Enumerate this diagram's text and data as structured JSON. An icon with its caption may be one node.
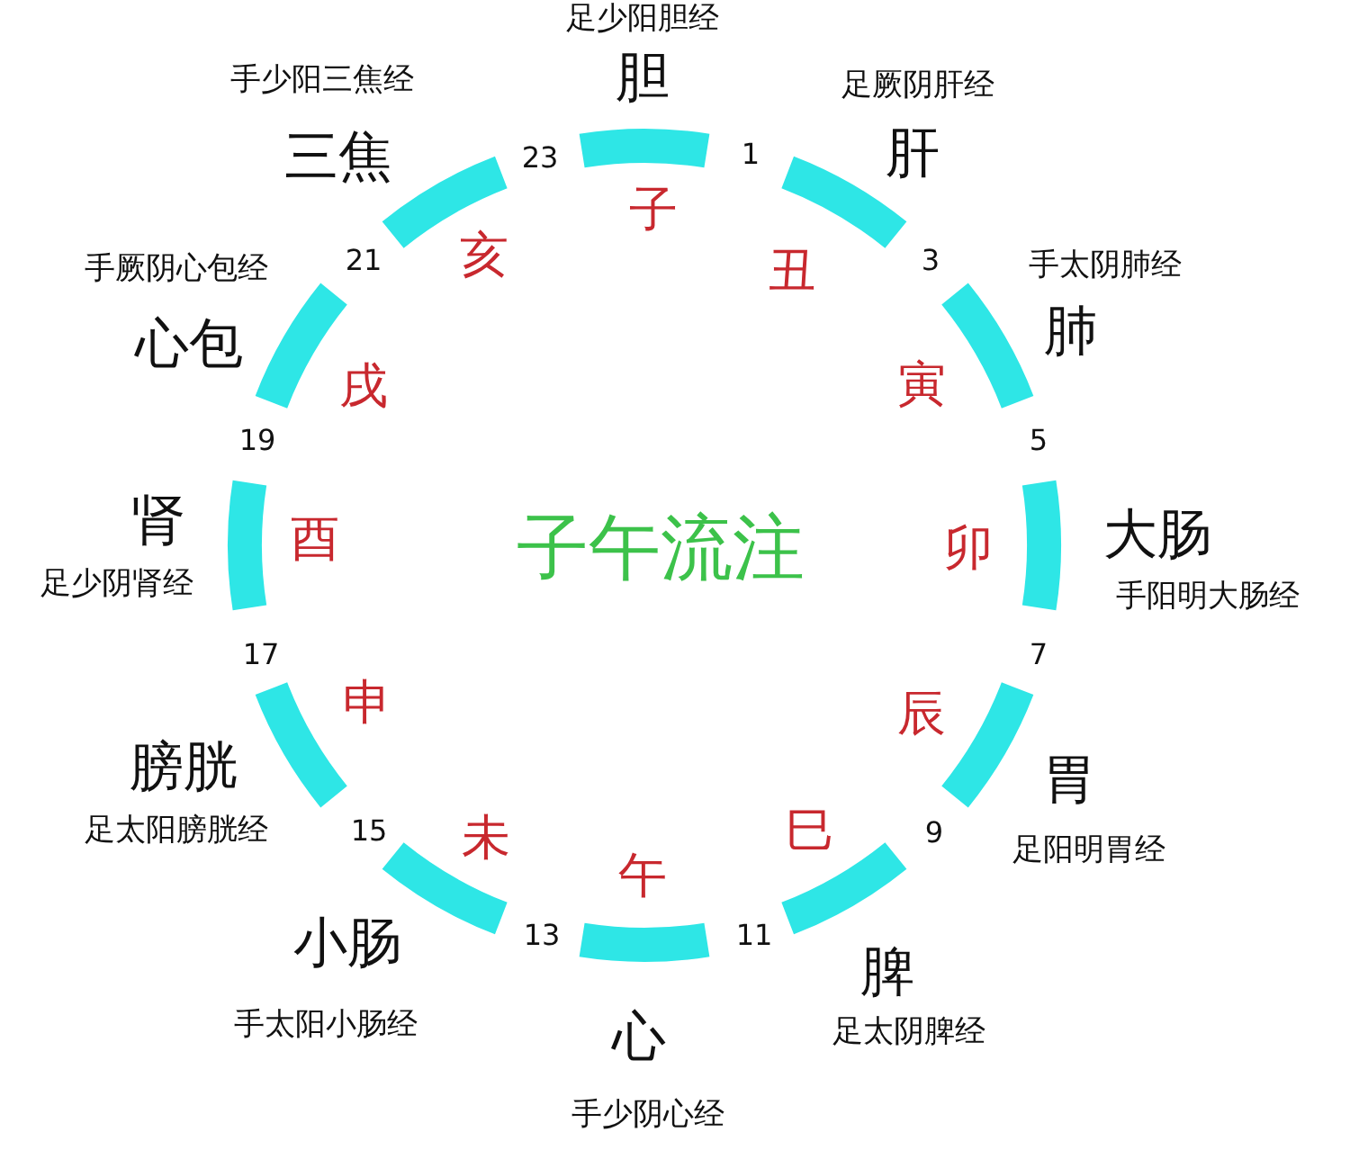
{
  "diagram": {
    "title": "子午流注",
    "labels": [
      "足少阳胆经",
      "胆",
      "子",
      "1",
      "足厥阴肝经",
      "肝",
      "丑",
      "3",
      "手太阴肺经",
      "肺",
      "寅",
      "5",
      "大肠",
      "手阳明大肠经",
      "卯",
      "7",
      "胃",
      "足阳明胃经",
      "辰",
      "9",
      "脾",
      "足太阴脾经",
      "巳",
      "11",
      "心",
      "手少阴心经",
      "午",
      "13",
      "小肠",
      "手太阳小肠经",
      "未",
      "15",
      "膀胱",
      "足太阳膀胱经",
      "申",
      "17",
      "肾",
      "足少阴肾经",
      "酉",
      "19",
      "手厥阴心包经",
      "心包",
      "戌",
      "21",
      "手少阳三焦经",
      "三焦",
      "亥",
      "23"
    ]
  }
}
